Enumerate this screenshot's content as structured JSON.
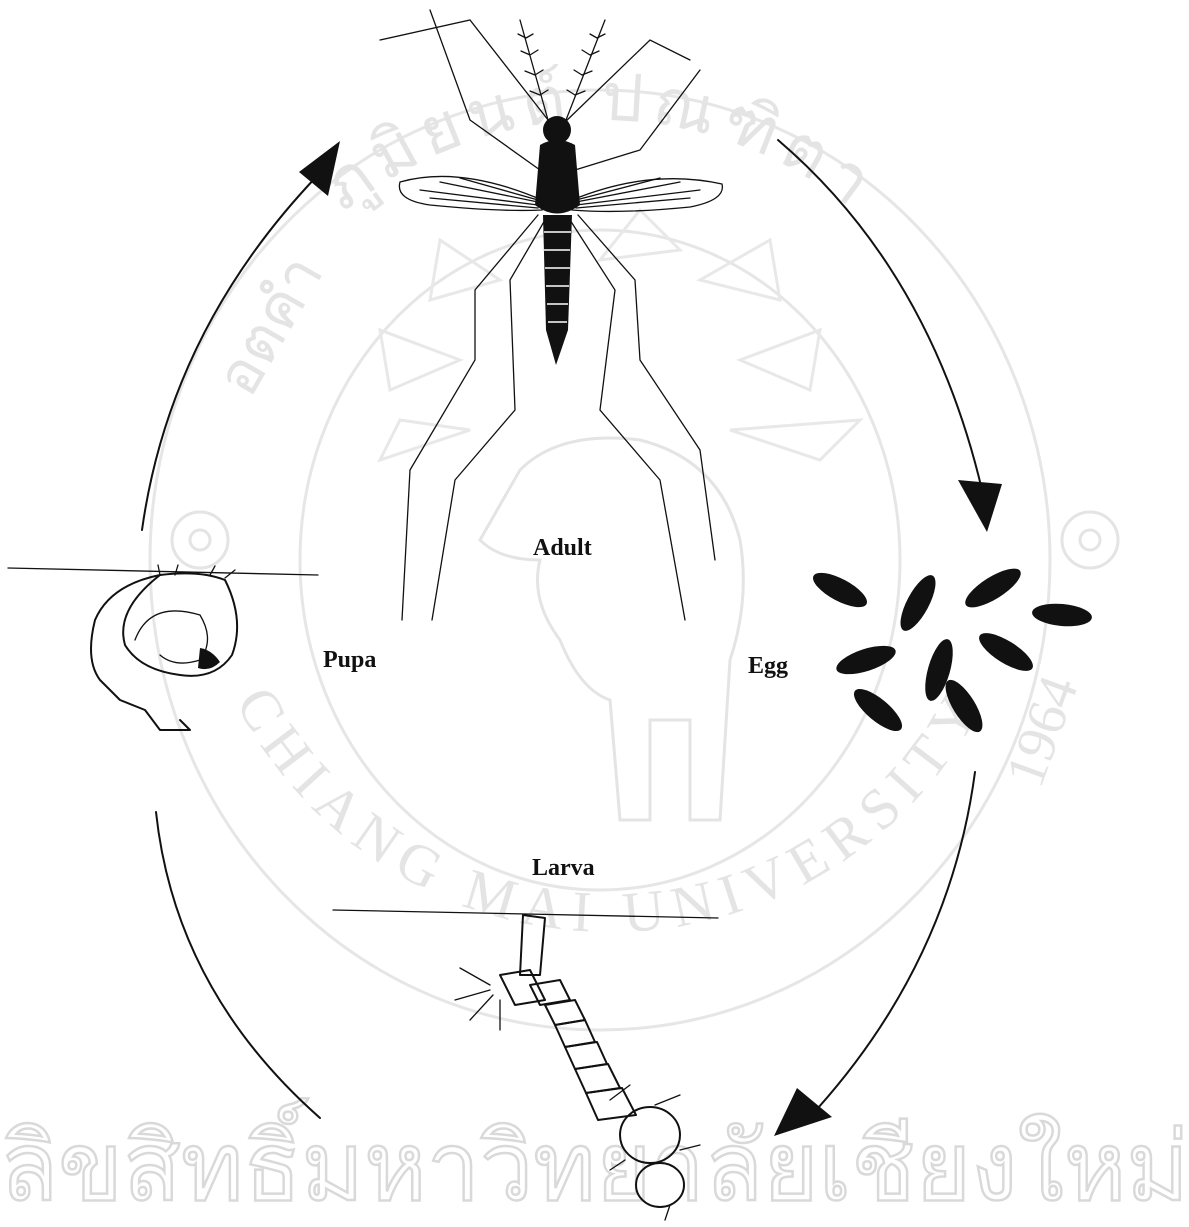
{
  "diagram": {
    "stages": {
      "adult": "Adult",
      "egg": "Egg",
      "larva": "Larva",
      "pupa": "Pupa"
    },
    "watermark": {
      "arc_top": "ภูมิยนต์ ปณฑิตา",
      "arc_left": "อตคำ",
      "arc_bottom_left": "CHIANG MAI UNIVERSITY",
      "year": "1964",
      "bottom_thai": "ลิขสิทธิ์มหาวิทยาลัยเชียงใหม่"
    },
    "colors": {
      "ink": "#111111",
      "watermark": "#e4e4e4"
    }
  }
}
